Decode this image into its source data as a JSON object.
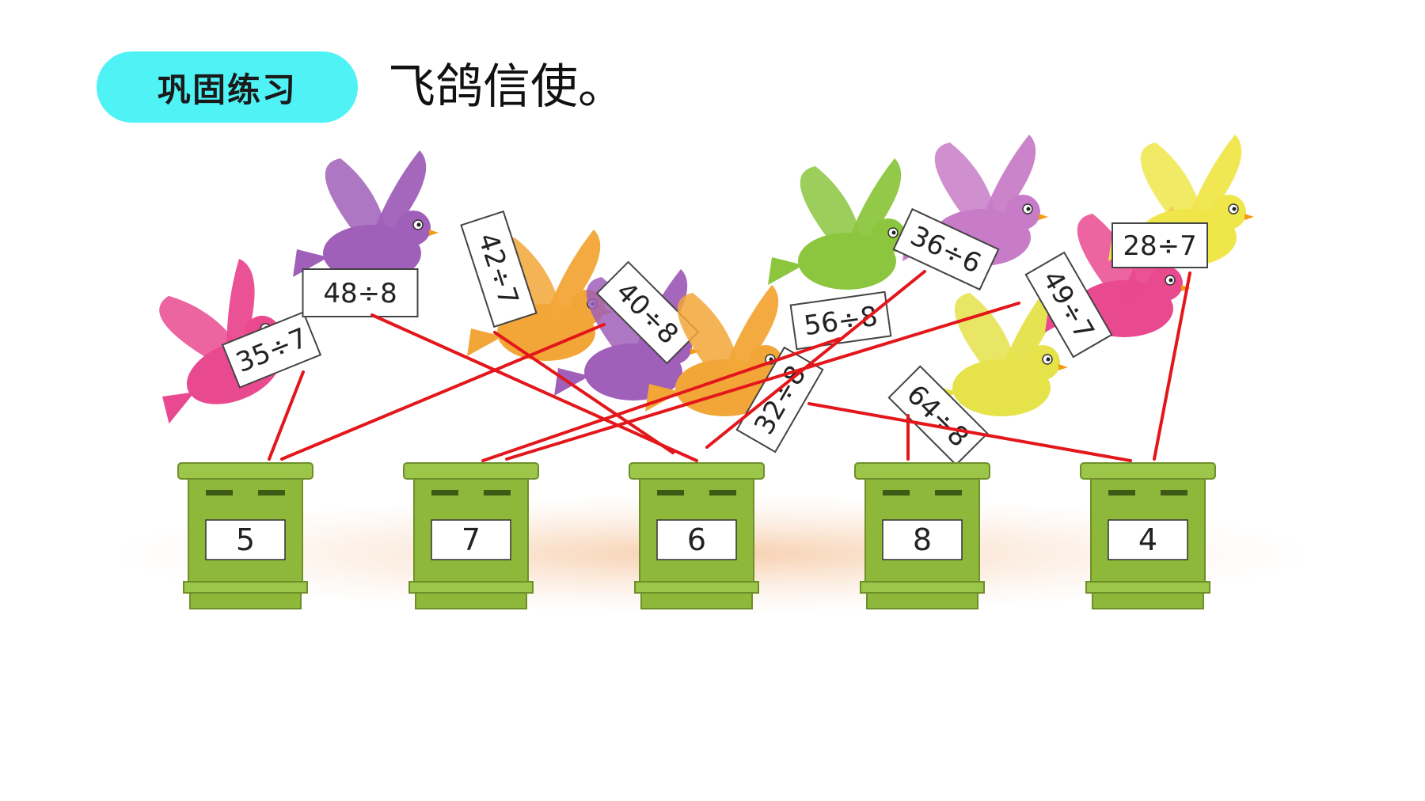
{
  "header": {
    "badge_label": "巩固练习",
    "title": "飞鸽信使。"
  },
  "cards": [
    {
      "label": "35÷7",
      "color": "#e9498f"
    },
    {
      "label": "48÷8",
      "color": "#a05fb8"
    },
    {
      "label": "42÷7",
      "color": "#f2a637"
    },
    {
      "label": "40÷8",
      "color": "#a05fb8"
    },
    {
      "label": "32÷8",
      "color": "#f2a637"
    },
    {
      "label": "56÷8",
      "color": "#8cc63f"
    },
    {
      "label": "36÷6",
      "color": "#c87cc7"
    },
    {
      "label": "64÷8",
      "color": "#e5e24a"
    },
    {
      "label": "49÷7",
      "color": "#e9498f"
    },
    {
      "label": "28÷7",
      "color": "#efe64a"
    }
  ],
  "mailboxes": [
    "5",
    "7",
    "6",
    "8",
    "4"
  ],
  "colors": {
    "badge": "#4ff2f5",
    "mailbox": "#8db83a",
    "line": "#e3171b"
  }
}
